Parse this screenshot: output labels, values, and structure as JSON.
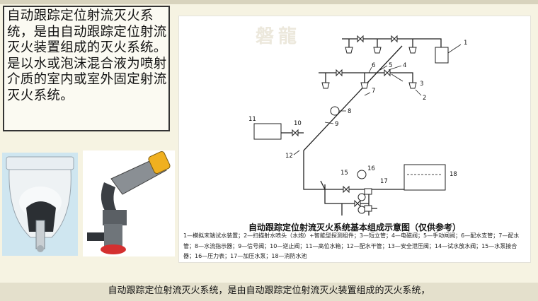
{
  "slide": {
    "description_text": "自动跟踪定位射流灭火系统，是由自动跟踪定位射流灭火装置组成的灭火系统。是以水或泡沫混合液为喷射介质的室内或室外固定射流灭火系统。",
    "subtitle": "自动跟踪定位射流灭火系统，是由自动跟踪定位射流灭火装置组成的灭火系统，"
  },
  "diagram": {
    "watermark": "磐龍",
    "caption": "自动跟踪定位射流灭火系统基本组成示意图（仅供参考）",
    "legend_text": "1—模拟末端试水装置；2—扫描射水喷头（水炮）+智能型探测组件；3—短立管；4—电磁阀；5—手动闸阀；6—配水支管；7—配水管；8—水流指示器；9—信号阀；10—逆止阀；11—高位水箱；12—配水干管；13—安全泄压阀；14—试水放水阀；15—水泵接合器；16—压力表；17—加压水泵；18—消防水池",
    "labels": {
      "n1": "1",
      "n2": "2",
      "n3": "3",
      "n4": "4",
      "n5": "5",
      "n6": "6",
      "n7": "7",
      "n8": "8",
      "n9": "9",
      "n10": "10",
      "n11": "11",
      "n12": "12",
      "n15": "15",
      "n16": "16",
      "n17": "17",
      "n18": "18"
    }
  },
  "colors": {
    "background": "#f6f3e2",
    "line": "#222222",
    "subtitle_bar": "#e4e0cc"
  }
}
